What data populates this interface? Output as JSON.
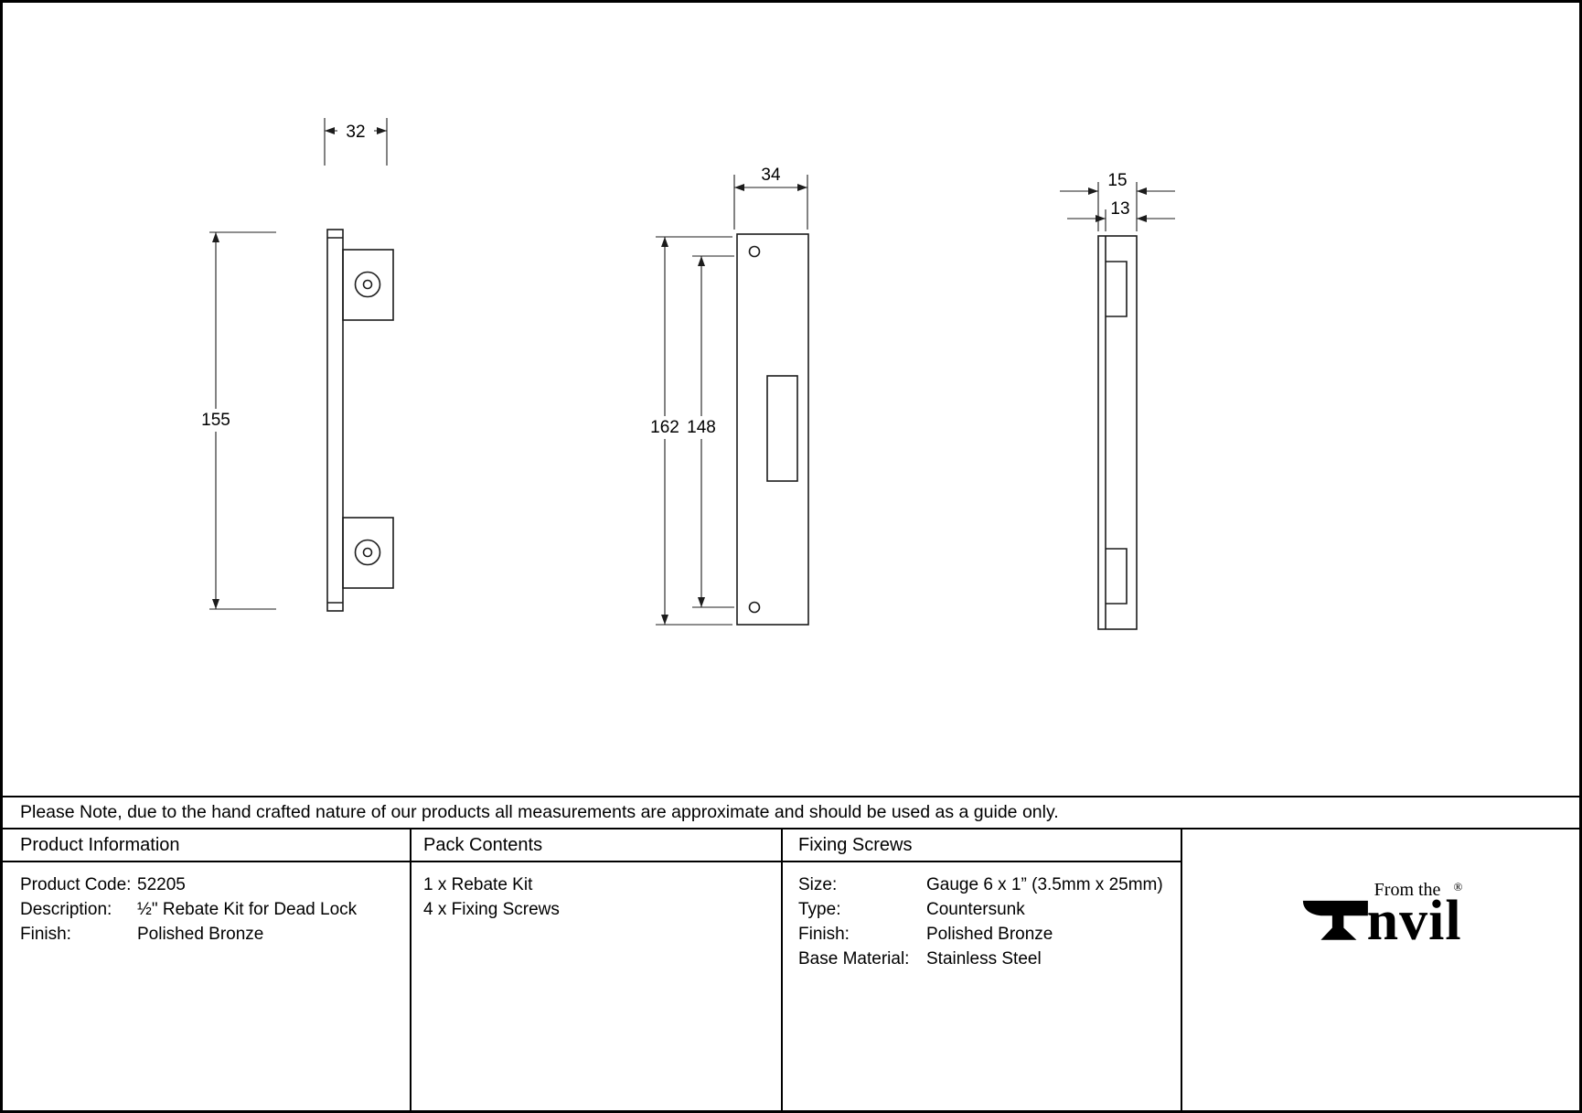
{
  "drawing": {
    "front_view": {
      "width": "32",
      "height": "155"
    },
    "face_view": {
      "width": "34",
      "outer_height": "162",
      "inner_height": "148"
    },
    "side_view": {
      "outer_depth": "15",
      "inner_depth": "13"
    }
  },
  "note": "Please Note, due to the hand crafted nature of our products all measurements are approximate and should be used as a guide only.",
  "product_info": {
    "header": "Product Information",
    "rows": [
      {
        "label": "Product Code:",
        "value": "52205"
      },
      {
        "label": "Description:",
        "value": "½\" Rebate Kit for Dead Lock"
      },
      {
        "label": "Finish:",
        "value": "Polished Bronze"
      }
    ]
  },
  "pack_contents": {
    "header": "Pack Contents",
    "items": [
      "1 x Rebate Kit",
      "4 x Fixing Screws"
    ]
  },
  "fixing_screws": {
    "header": "Fixing Screws",
    "rows": [
      {
        "label": "Size:",
        "value": "Gauge 6 x 1” (3.5mm x 25mm)"
      },
      {
        "label": "Type:",
        "value": "Countersunk"
      },
      {
        "label": "Finish:",
        "value": "Polished Bronze"
      },
      {
        "label": "Base Material:",
        "value": "Stainless Steel"
      }
    ]
  },
  "logo": {
    "tagline": "From the",
    "brand_suffix": "nvil",
    "registered_mark": "®"
  }
}
